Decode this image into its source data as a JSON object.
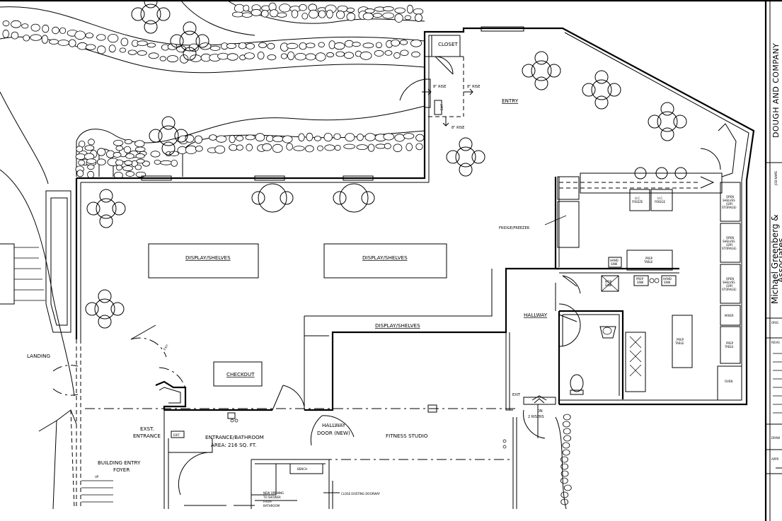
{
  "labels": {
    "closet": "CLOSET",
    "rise_left": "8\" RISE",
    "rise_right": "8\" RISE",
    "rise_bottom": "8\" RISE",
    "exit_top": "EXIT",
    "entry": "ENTRY",
    "fridge_freezer": "FRIDGE/FREEZER",
    "display_shelves_1": "DISPLAY/SHELVES",
    "display_shelves_2": "DISPLAY/SHELVES",
    "display_shelves_3": "DISPLAY/SHELVES",
    "hallway": "HALLWAY",
    "checkout": "CHECKOUT",
    "landing": "LANDING",
    "exit_landing": "EXIT",
    "ext_entrance_1": "EXST.",
    "ext_entrance_2": "ENTRANCE",
    "exit_entrance": "EXIT",
    "entrance_bathroom": "ENTRANCE/BATHROOM",
    "area": "AREA: 216 SQ. FT.",
    "hallway_door_1": "HALLWAY",
    "hallway_door_2": "DOOR (NEW)",
    "fitness_studio": "FITNESS STUDIO",
    "exit_kitchen": "EXIT",
    "dn_1": "DN",
    "dn_2": "2 RISERS",
    "building_entry_1": "BUILDING ENTRY",
    "building_entry_2": "FOYER",
    "up": "UP",
    "bench": "BENCH",
    "new_opening_1": "NEW OPENING",
    "new_opening_2": "TO SHOWER",
    "new_opening_3": "FROM",
    "new_opening_4": "BATHROOM",
    "close_doorway": "CLOSE EXISTING DOORWAY",
    "uc_freeze_1": "U.C.",
    "uc_freeze_2": "FREEZE",
    "uc_fridge_1": "U.C.",
    "uc_fridge_2": "FRIDGE",
    "prep_table_1_a": "PREP",
    "prep_table_1_b": "TABLE",
    "prep_table_2_a": "PREP",
    "prep_table_2_b": "TABLE",
    "hand_sink_1_a": "HAND",
    "hand_sink_1_b": "SINK",
    "hand_sink_2_a": "HAND",
    "hand_sink_2_b": "SINK",
    "prep_sink_a": "PREP",
    "prep_sink_b": "SINK",
    "mop_sink_a": "MOP",
    "mop_sink_b": "SINK",
    "open_shelves_a": "OPEN",
    "open_shelves_b": "SHELVES",
    "open_shelves_c": "(DRY",
    "open_shelves_d": "STORAGE)",
    "mixer": "MIXER",
    "prep_table_3_a": "PREP",
    "prep_table_3_b": "TABLE",
    "oven": "OVEN"
  },
  "title_block": {
    "company": "DOUGH AND COMPANY",
    "job_name": "JOB NAME",
    "architect_1": "Michael Greenberg &",
    "architect_2": "Associates",
    "original": "ORIG",
    "revisions": "REVIS",
    "drawn": "DRAW",
    "approved": "APPR"
  },
  "colors": {
    "line": "#000000",
    "paper": "#ffffff"
  }
}
